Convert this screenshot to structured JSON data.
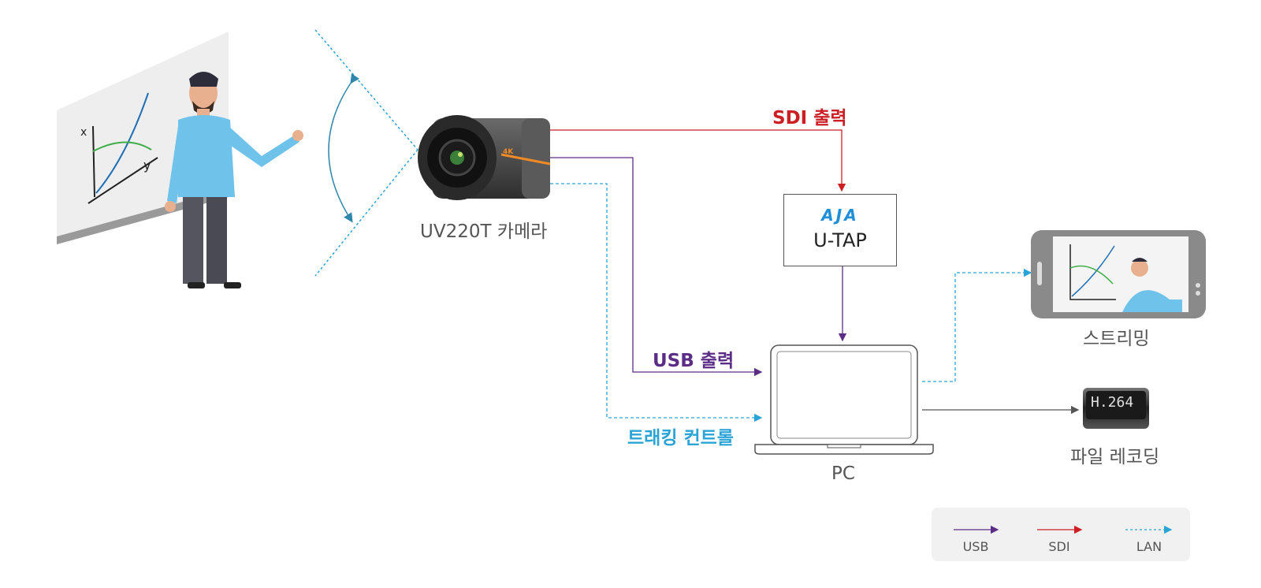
{
  "nodes": {
    "camera_label": "UV220T 카메라",
    "utap_logo": "AJA",
    "utap_label": "U-TAP",
    "pc_label": "PC",
    "streaming_label": "스트리밍",
    "recording_label": "파일 레코딩",
    "h264_text": "H.264",
    "camera_badge": "4K"
  },
  "connections": {
    "sdi_label": "SDI 출력",
    "usb_label": "USB 출력",
    "lan_label": "트래킹 컨트롤"
  },
  "legend": {
    "usb": "USB",
    "sdi": "SDI",
    "lan": "LAN"
  },
  "colors": {
    "usb": "#5b2d86",
    "sdi": "#cc1f24",
    "lan": "#2aa3d6",
    "arrow_dark": "#555555"
  }
}
